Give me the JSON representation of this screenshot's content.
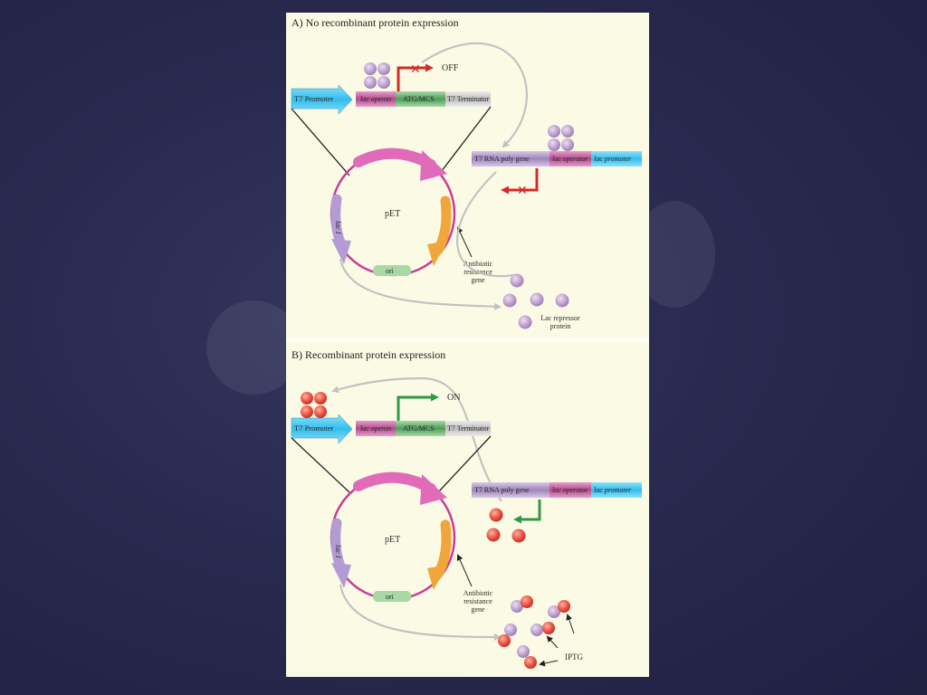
{
  "slide": {
    "panel_a": {
      "heading": "A) No recombinant protein expression",
      "status": "OFF",
      "segments": {
        "t7_promoter": "T7 Promoter",
        "lac_operon": "lac operon",
        "atg_mcs": "ATG/MCS",
        "t7_terminator": "T7 Terminator"
      },
      "operon_box": {
        "t7_rna_pol_gene": "T7 RNA poly gene",
        "lac_operator": "lac operator",
        "lac_promoter": "lac promoter"
      },
      "plasmid": {
        "name": "pET",
        "lac_i": "lac I",
        "ori": "ori"
      },
      "antibiotic": [
        "Antibiotic",
        "resistance",
        "gene"
      ],
      "repressor": [
        "Lac repressor",
        "protein"
      ]
    },
    "panel_b": {
      "heading": "B) Recombinant protein expression",
      "status": "ON",
      "segments": {
        "t7_promoter": "T7 Promoter",
        "lac_operon": "lac operon",
        "atg_mcs": "ATG/MCS",
        "t7_terminator": "T7 Terminator"
      },
      "operon_box": {
        "t7_rna_pol_gene": "T7 RNA poly gene",
        "lac_operator": "lac operator",
        "lac_promoter": "lac promoter"
      },
      "plasmid": {
        "name": "pET",
        "lac_i": "lac I",
        "ori": "ori"
      },
      "antibiotic": [
        "Antibiotic",
        "resistance",
        "gene"
      ],
      "inducer": "IPTG"
    }
  },
  "colors": {
    "promoter_blue": "#3cc0ec",
    "repressor_purple": "#b596c8",
    "iptg_red": "#e54b3c",
    "off_red": "#d42a2a",
    "on_green": "#2f9a45"
  }
}
